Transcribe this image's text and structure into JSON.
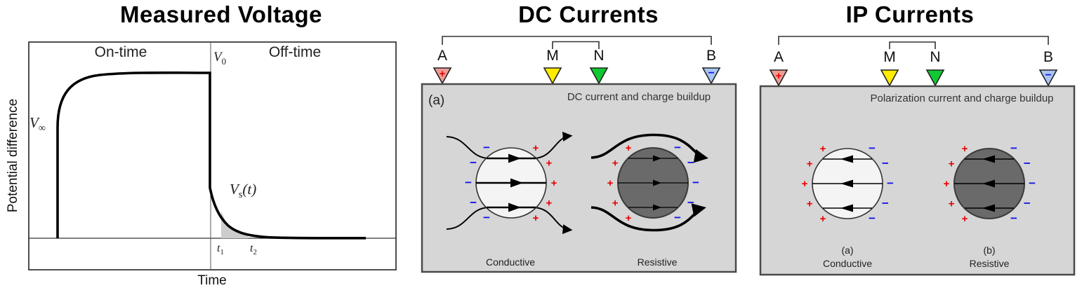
{
  "figure": {
    "voltage_panel": {
      "title": "Measured Voltage",
      "region_on": "On-time",
      "region_off": "Off-time",
      "xlabel": "Time",
      "ylabel": "Potential difference",
      "v_inf_base": "V",
      "v_inf_sub": "∞",
      "v0_base": "V",
      "v0_sub": "0",
      "vs_base": "V",
      "vs_sub": "s",
      "vs_rest": "(t)",
      "t1_base": "t",
      "t1_sub": "1",
      "t2_base": "t",
      "t2_sub": "2",
      "curve_color": "#000000",
      "shade_color": "#cccccc"
    },
    "dc_panel": {
      "title": "DC Currents",
      "caption": "DC current and charge buildup",
      "corner_label": "(a)",
      "surface_color": "#d6d6d6",
      "electrodes": [
        {
          "label": "A",
          "fill": "#ef9b94",
          "sign": "+",
          "sign_color": "#e80000"
        },
        {
          "label": "M",
          "fill": "#ffec00",
          "sign": "",
          "sign_color": ""
        },
        {
          "label": "N",
          "fill": "#10c832",
          "sign": "",
          "sign_color": ""
        },
        {
          "label": "B",
          "fill": "#a9c6f2",
          "sign": "−",
          "sign_color": "#1414e8"
        }
      ],
      "conductive": {
        "label": "Conductive",
        "fill": "#f4f4f4",
        "left_sign": "−",
        "left_color": "#1414e8",
        "right_sign": "+",
        "right_color": "#e80000"
      },
      "resistive": {
        "label": "Resistive",
        "fill": "#6a6a6a",
        "left_sign": "+",
        "left_color": "#e80000",
        "right_sign": "−",
        "right_color": "#1414e8"
      }
    },
    "ip_panel": {
      "title": "IP Currents",
      "caption": "Polarization current and charge buildup",
      "surface_color": "#d6d6d6",
      "electrodes": [
        {
          "label": "A",
          "fill": "#ef9b94",
          "sign": "+",
          "sign_color": "#e80000"
        },
        {
          "label": "M",
          "fill": "#ffec00",
          "sign": "",
          "sign_color": ""
        },
        {
          "label": "N",
          "fill": "#10c832",
          "sign": "",
          "sign_color": ""
        },
        {
          "label": "B",
          "fill": "#a9c6f2",
          "sign": "−",
          "sign_color": "#1414e8"
        }
      ],
      "conductive": {
        "label": "Conductive",
        "sub_label": "(a)",
        "fill": "#f4f4f4",
        "left_sign": "+",
        "left_color": "#e80000",
        "right_sign": "−",
        "right_color": "#1414e8"
      },
      "resistive": {
        "label": "Resistive",
        "sub_label": "(b)",
        "fill": "#6a6a6a",
        "left_sign": "+",
        "left_color": "#e80000",
        "right_sign": "−",
        "right_color": "#1414e8"
      }
    }
  }
}
